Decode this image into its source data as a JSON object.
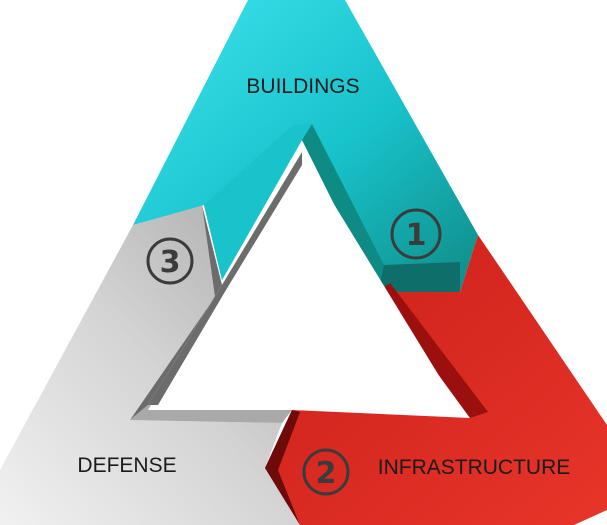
{
  "segments": [
    {
      "id": "buildings",
      "label": "BUILDINGS",
      "number": "1",
      "colors": {
        "light": "#3fe3ee",
        "mid": "#18c3cc",
        "dark": "#0f8b86",
        "shade": "#0d6e6a"
      }
    },
    {
      "id": "infrastructure",
      "label": "INFRASTRUCTURE",
      "number": "2",
      "colors": {
        "light": "#e8352a",
        "mid": "#c91f19",
        "dark": "#9b100f",
        "shade": "#6e0a0a"
      }
    },
    {
      "id": "defense",
      "label": "DEFENSE",
      "number": "3",
      "colors": {
        "light": "#f1f1f1",
        "mid": "#d4d4d4",
        "dark": "#a9a9a9",
        "shade": "#6c6c6c"
      }
    }
  ],
  "badge_stroke_color": "#3b3b3b"
}
